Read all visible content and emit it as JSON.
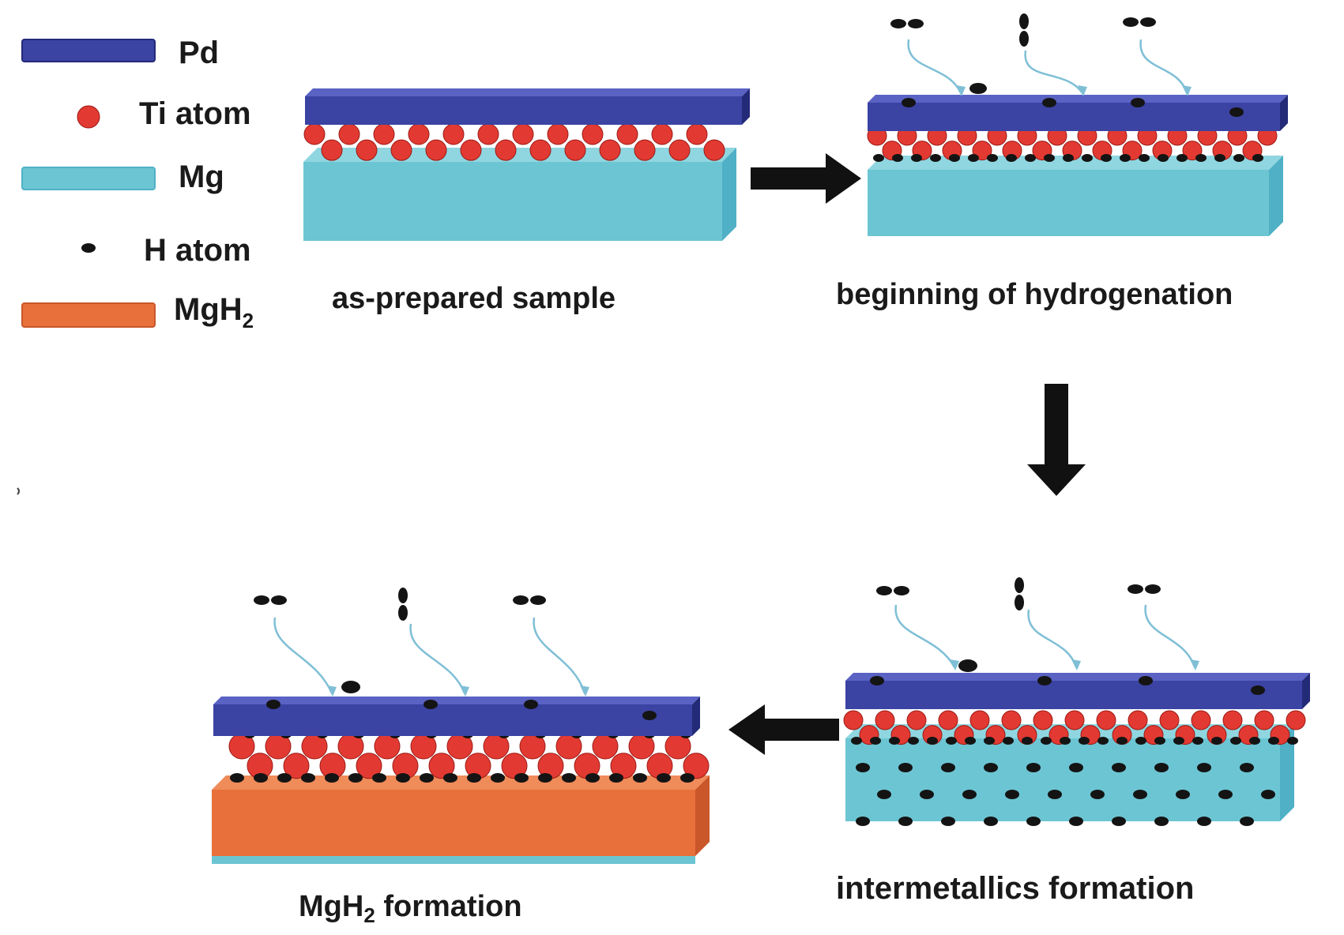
{
  "legend": {
    "items": [
      {
        "key": "pd",
        "text": "Pd",
        "sub": ""
      },
      {
        "key": "ti",
        "text": "Ti atom",
        "sub": ""
      },
      {
        "key": "mg",
        "text": "Mg",
        "sub": ""
      },
      {
        "key": "h",
        "text": "H atom",
        "sub": ""
      },
      {
        "key": "mgh2",
        "text": "MgH",
        "sub": "2"
      }
    ]
  },
  "panels": {
    "as_prepared": {
      "caption": "as-prepared sample",
      "sub": ""
    },
    "beginning": {
      "caption": "beginning of hydrogenation",
      "sub": ""
    },
    "intermetallics": {
      "caption": "intermetallics formation",
      "sub": ""
    },
    "mgh2_formation": {
      "caption": "MgH",
      "sub": "2",
      "tail": " formation"
    }
  },
  "colors": {
    "pd": "#3b43a3",
    "pd_dark": "#232a78",
    "ti": "#e23a32",
    "ti_dark": "#9c1a16",
    "mg": "#6cc5d3",
    "mg_side": "#4fb0c6",
    "h": "#141414",
    "mgh2": "#e8703a",
    "mgh2_side": "#c9572a",
    "flow_arrow": "#7fbfd6",
    "process_arrow": "#111111"
  },
  "icons": {
    "flow": "curved-arrow-icon",
    "process": "block-arrow-icon"
  }
}
